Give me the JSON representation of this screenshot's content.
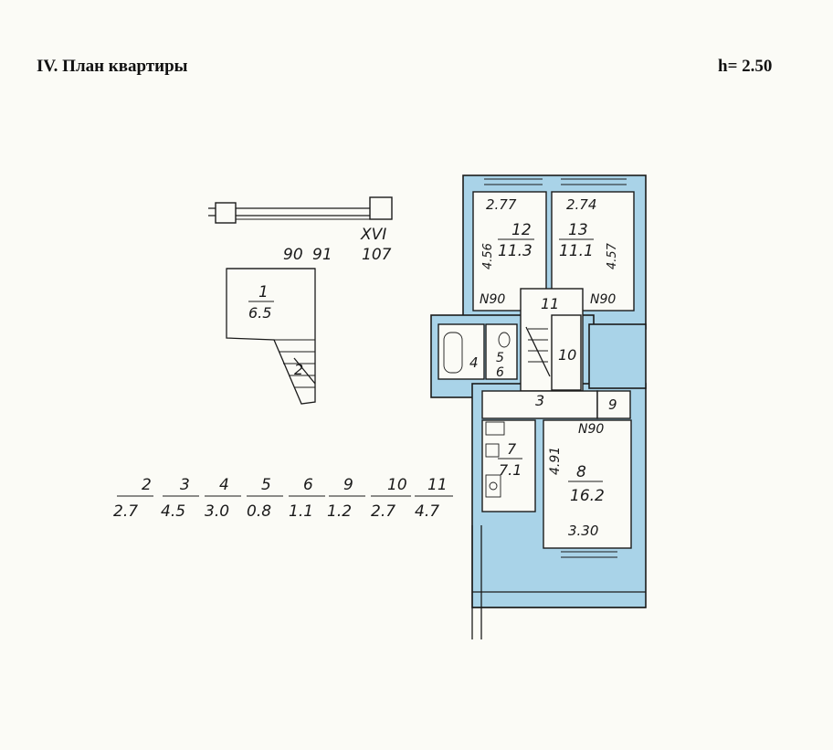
{
  "header": {
    "title": "IV. План квартиры",
    "height": "h= 2.50"
  },
  "plan": {
    "xvi_label": "XVI",
    "xvi_area": "107",
    "num_90": "90",
    "num_91": "91",
    "rooms": [
      {
        "num": "1",
        "area": "6.5"
      },
      {
        "num": "2",
        "area": ""
      },
      {
        "num": "3",
        "area": ""
      },
      {
        "num": "4",
        "area": ""
      },
      {
        "num": "5",
        "area": ""
      },
      {
        "num": "6",
        "area": ""
      },
      {
        "num": "7",
        "area": "7.1"
      },
      {
        "num": "8",
        "area": "16.2"
      },
      {
        "num": "9",
        "area": ""
      },
      {
        "num": "10",
        "area": ""
      },
      {
        "num": "11",
        "area": ""
      },
      {
        "num": "12",
        "area": "11.3"
      },
      {
        "num": "13",
        "area": "11.1"
      }
    ],
    "dims": {
      "r12_width": "2.77",
      "r13_width": "2.74",
      "r12_length": "4.56",
      "r13_length": "4.57",
      "r8_length": "4.91",
      "r8_width": "3.30",
      "door_12": "N90",
      "door_13": "N90",
      "door_8": "N90"
    }
  },
  "areas_table": [
    {
      "num": "2",
      "area": "2.7"
    },
    {
      "num": "3",
      "area": "4.5"
    },
    {
      "num": "4",
      "area": "3.0"
    },
    {
      "num": "5",
      "area": "0.8"
    },
    {
      "num": "6",
      "area": "1.1"
    },
    {
      "num": "9",
      "area": "1.2"
    },
    {
      "num": "10",
      "area": "2.7"
    },
    {
      "num": "11",
      "area": "4.7"
    }
  ]
}
